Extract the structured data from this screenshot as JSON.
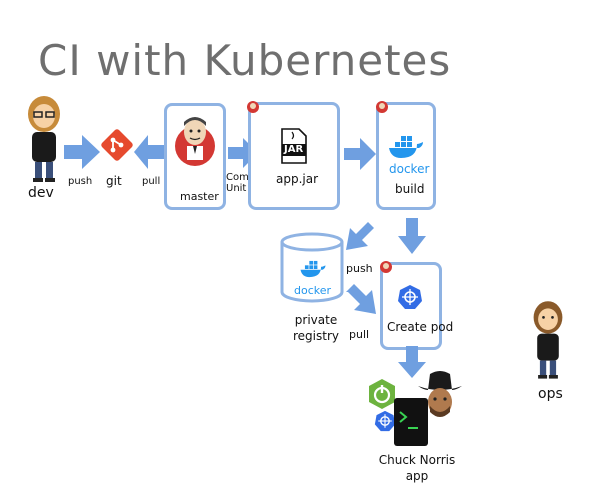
{
  "title": "CI with Kubernetes",
  "labels": {
    "dev": "dev",
    "push_top": "push",
    "git": "git",
    "pull_top": "pull",
    "master": "master",
    "compile": "Compile &\nUnit test",
    "jar_icon": "JAR",
    "app_jar": "app.jar",
    "docker_build_logo": "docker",
    "build": "build",
    "registry_logo": "docker",
    "private_registry": "private\nregistry",
    "push_mid": "push",
    "pull_mid": "pull",
    "create_pod": "Create pod",
    "ops": "ops",
    "app_name": "Chuck Norris\napp"
  },
  "colors": {
    "title": "#6f6f6f",
    "box_border": "#8fb3e3",
    "arrow_fill": "#6f9fe0",
    "git_red": "#e64a2e",
    "docker_blue": "#2396ed",
    "k8s_blue": "#326ce5",
    "spring_green": "#6db33f"
  },
  "icons": [
    "dev-person-icon",
    "git-logo-icon",
    "jenkins-butler-icon",
    "jar-file-icon",
    "docker-whale-icon",
    "kubernetes-wheel-icon",
    "spring-boot-icon",
    "terminal-icon",
    "ops-person-icon",
    "cowboy-hat-icon"
  ]
}
